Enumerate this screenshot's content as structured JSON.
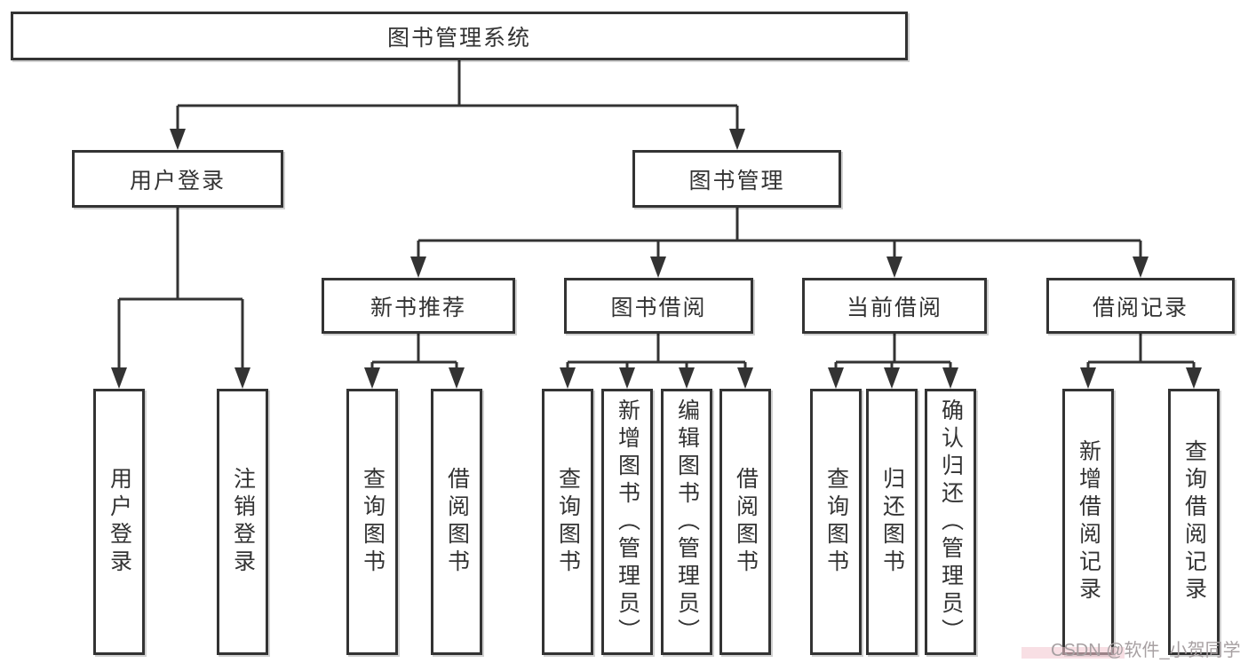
{
  "diagram": {
    "root": {
      "label": "图书管理系统"
    },
    "level2": [
      {
        "label": "用户登录",
        "children": [
          "用户登录",
          "注销登录"
        ]
      },
      {
        "label": "图书管理"
      }
    ],
    "level3": [
      {
        "label": "新书推荐",
        "children": [
          "查询图书",
          "借阅图书"
        ]
      },
      {
        "label": "图书借阅",
        "children": [
          "查询图书",
          "新增图书（管理员）",
          "编辑图书（管理员）",
          "借阅图书"
        ]
      },
      {
        "label": "当前借阅",
        "children": [
          "查询图书",
          "归还图书",
          "确认归还（管理员）"
        ]
      },
      {
        "label": "借阅记录",
        "children": [
          "新增借阅记录",
          "查询借阅记录"
        ]
      }
    ]
  },
  "watermark": {
    "text": "CSDN @软件_小贺同学"
  },
  "colors": {
    "stroke": "#333333",
    "text": "#333333",
    "background": "#ffffff",
    "watermark": "#a7a0a2"
  }
}
